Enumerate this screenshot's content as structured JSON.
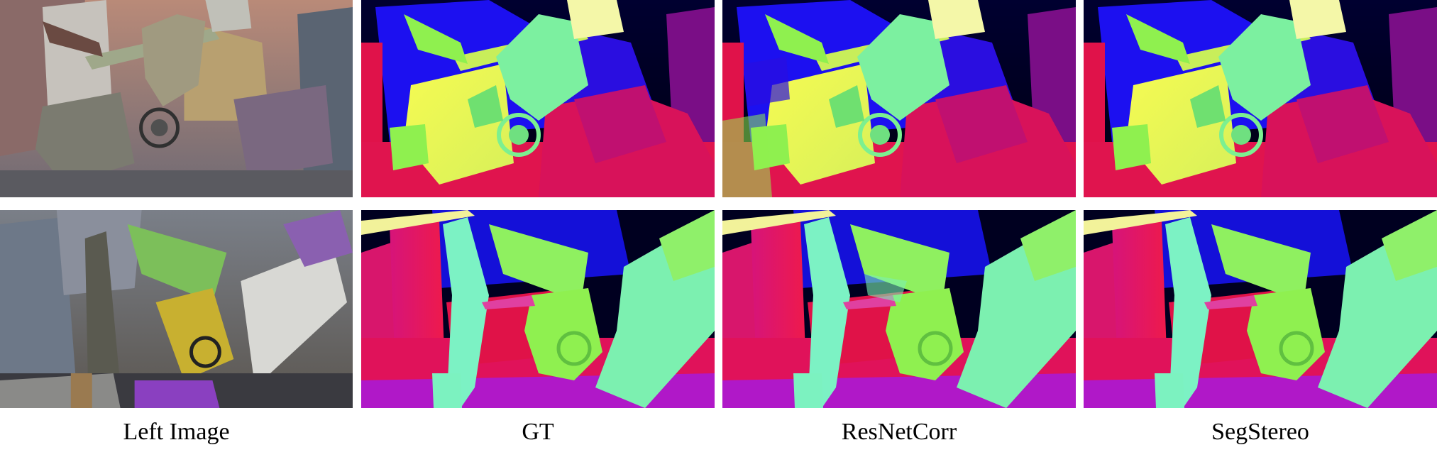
{
  "captions": {
    "left_image": "Left Image",
    "gt": "GT",
    "resnetcorr": "ResNetCorr",
    "segstereo": "SegStereo"
  },
  "colors": {
    "background": "#000020",
    "far_blue": "#1208e8",
    "mid_magenta": "#e0145c",
    "near_yellow": "#eef34a",
    "green": "#8ff04f",
    "cyan": "#7cf2a8"
  }
}
